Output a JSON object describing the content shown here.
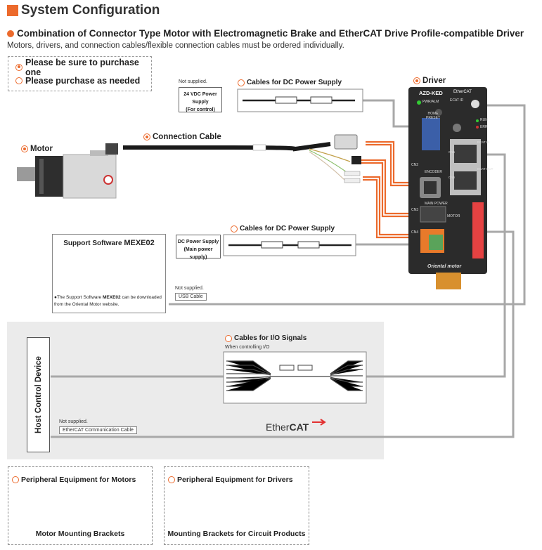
{
  "header": {
    "title": "System Configuration",
    "subtitle": "Combination of Connector Type Motor with Electromagnetic Brake and EtherCAT Drive Profile-compatible Driver",
    "note": "Motors, drivers, and connection cables/flexible connection cables must be ordered individually."
  },
  "legend": {
    "required": "Please be sure to purchase one",
    "optional": "Please purchase as needed"
  },
  "labels": {
    "driver": "Driver",
    "motor": "Motor",
    "connection_cable": "Connection Cable",
    "cables_dc_top": "Cables for DC Power Supply",
    "cables_dc_mid": "Cables for DC Power Supply",
    "cables_io": "Cables for I/O Signals",
    "when_io": "When controlling I/O",
    "not_supplied_1": "Not supplied.",
    "not_supplied_2": "Not supplied.",
    "not_supplied_3": "Not supplied.",
    "psu_24_l1": "24 VDC Power Supply",
    "psu_24_l2": "(For control)",
    "psu_main_l1": "DC Power Supply",
    "psu_main_l2": "(Main power supply)",
    "usb_cable": "USB Cable",
    "ethercat_cable": "EtherCAT Communication Cable",
    "host": "Host Control Device",
    "ethercat_logo_a": "Ether",
    "ethercat_logo_b": "CAT"
  },
  "software": {
    "title_a": "Support Software ",
    "title_b": "MEXE02",
    "note_a": "The Support Software ",
    "note_b": "MEXE02",
    "note_c": " can be downloaded from the Oriental Motor website."
  },
  "driver_panel": {
    "model": "AZD-KED",
    "brand": "Oriental motor",
    "ethercat_small": "EtherCAT",
    "pwr_alm": "PWR/ALM",
    "home_preset": "HOME PRESET",
    "ecat_id": "ECAT ID",
    "run": "RUN",
    "err": "ERR",
    "encoder": "ENCODER",
    "main_power": "MAIN POWER",
    "motor": "MOTOR",
    "cn2": "CN2",
    "cn3": "CN3",
    "cn4": "CN4",
    "ecat_in": "ECAT IN",
    "ecat_out": "ECAT OUT",
    "cn5": "CN5",
    "cn6": "CN6"
  },
  "peripherals": {
    "motors_title": "Peripheral Equipment for Motors",
    "motors_caption": "Motor Mounting Brackets",
    "drivers_title": "Peripheral Equipment for Drivers",
    "drivers_caption": "Mounting Brackets for Circuit Products"
  },
  "colors": {
    "accent": "#ec6a2c",
    "cable_gray": "#a8a8a8",
    "panel_dark": "#2b2b2b",
    "background_gray": "#ebebeb"
  }
}
